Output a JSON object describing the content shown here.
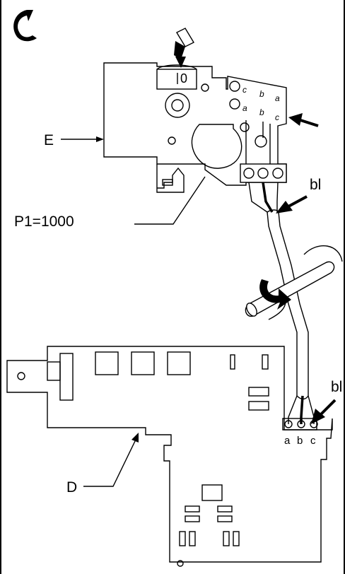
{
  "labels": {
    "E": "E",
    "P1": "P1=1000",
    "bl_top": "bl",
    "bl_bottom": "bl",
    "D": "D",
    "switch_mark": "0",
    "terminals": [
      "a",
      "b",
      "c"
    ],
    "plate_row1": [
      "c",
      "b",
      "a"
    ],
    "plate_row2": [
      "a",
      "b",
      "c"
    ]
  },
  "colors": {
    "line": "#000000",
    "background": "#ffffff"
  },
  "icons": [
    "rotate-ccw-icon",
    "arrow-icon",
    "twist-arrow-icon"
  ]
}
